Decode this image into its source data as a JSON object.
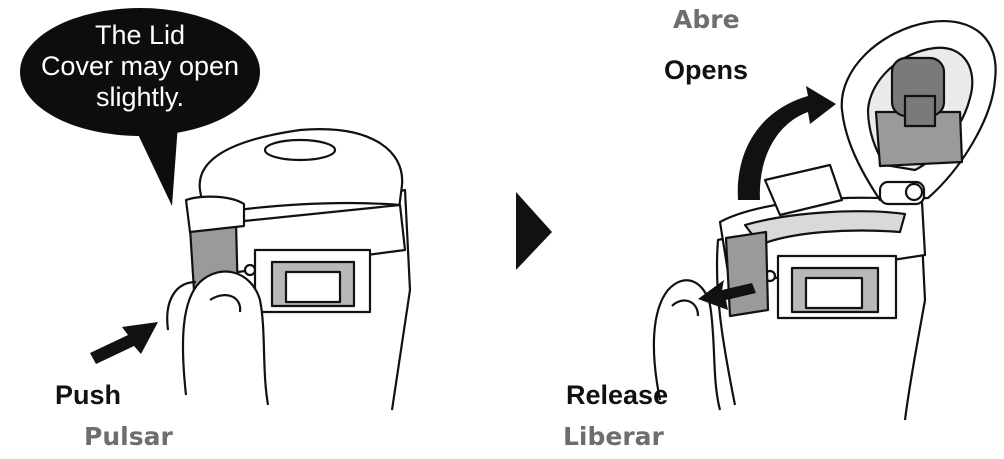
{
  "bubble": {
    "line1": "The Lid",
    "line2": "Cover may open",
    "line3": "slightly."
  },
  "step1": {
    "action_en": "Push",
    "action_es": "Pulsar"
  },
  "step2": {
    "top_es": "Abre",
    "top_en": "Opens",
    "action_en": "Release",
    "action_es": "Liberar"
  },
  "colors": {
    "ink": "#111111",
    "grey_fill": "#9a9a9a",
    "spanish_text": "#6e6e6e",
    "bubble": "#0d0d0d"
  }
}
